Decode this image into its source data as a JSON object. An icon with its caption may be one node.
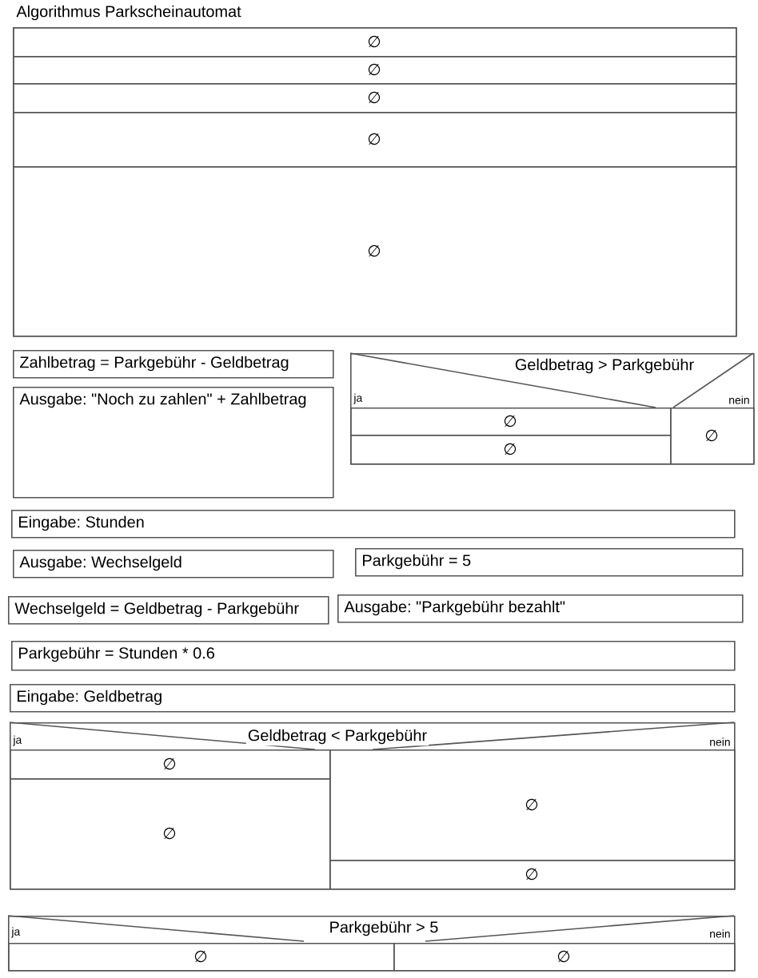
{
  "diagram": {
    "title": "Algorithmus Parkscheinautomat",
    "nodes": [
      {
        "text": [],
        "shape": "box"
      },
      {
        "text": [
          "∅"
        ],
        "in": 0
      },
      {
        "text": [
          "∅"
        ],
        "in": 0
      },
      {
        "text": [
          "∅"
        ],
        "in": 0
      },
      {
        "text": [
          "∅"
        ],
        "in": 0
      },
      {
        "text": [
          "∅"
        ],
        "in": 0
      },
      {
        "text": [
          "Zahlbetrag = Parkgebühr - Geldbetrag"
        ]
      },
      {
        "text": [
          "Ausgabe: \"Noch zu zahlen\" + Zahlbetrag"
        ]
      },
      {
        "text": [
          "Geldbetrag > Parkgebühr",
          "ja",
          "nein"
        ]
      },
      {
        "text": [
          "∅"
        ],
        "in": 8
      },
      {
        "text": [
          "∅"
        ],
        "in": 8
      },
      {
        "text": [
          "∅"
        ],
        "in": 8
      },
      {
        "text": [
          "Eingabe: Stunden"
        ]
      },
      {
        "text": [
          "Ausgabe: Wechselgeld"
        ]
      },
      {
        "text": [
          "Parkgebühr = 5"
        ]
      },
      {
        "text": [
          "Wechselgeld = Geldbetrag - Parkgebühr"
        ]
      },
      {
        "text": [
          "Ausgabe: \"Parkgebühr bezahlt\""
        ]
      },
      {
        "text": [
          "Parkgebühr = Stunden * 0.6"
        ]
      },
      {
        "text": [
          "Eingabe: Geldbetrag"
        ]
      },
      {
        "text": [
          "ja",
          "Geldbetrag < Parkgebühr",
          "nein"
        ]
      },
      {
        "text": [
          "∅"
        ],
        "in": 19
      },
      {
        "text": [
          "∅"
        ],
        "in": 19
      },
      {
        "text": [
          "∅"
        ],
        "in": 19
      },
      {
        "text": [
          "∅"
        ],
        "in": 19
      },
      {
        "text": [
          "ja",
          "Parkgebühr > 5",
          "nein"
        ]
      },
      {
        "text": [
          "∅"
        ],
        "in": 24
      },
      {
        "text": [
          "∅"
        ],
        "in": 24
      }
    ]
  }
}
